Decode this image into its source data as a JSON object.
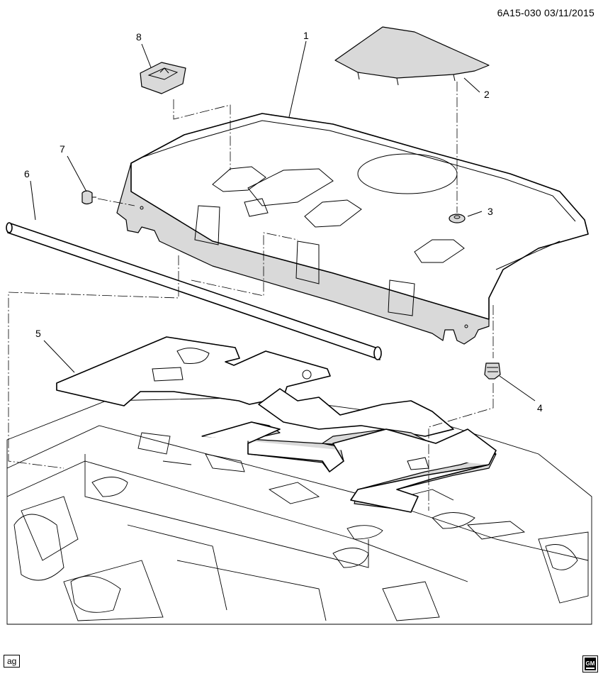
{
  "header": {
    "reference": "6A15-030 03/11/2015"
  },
  "callouts": [
    "1",
    "2",
    "3",
    "4",
    "5",
    "6",
    "7",
    "8"
  ],
  "footer": {
    "badge": "ag",
    "logo_text": "GM"
  }
}
